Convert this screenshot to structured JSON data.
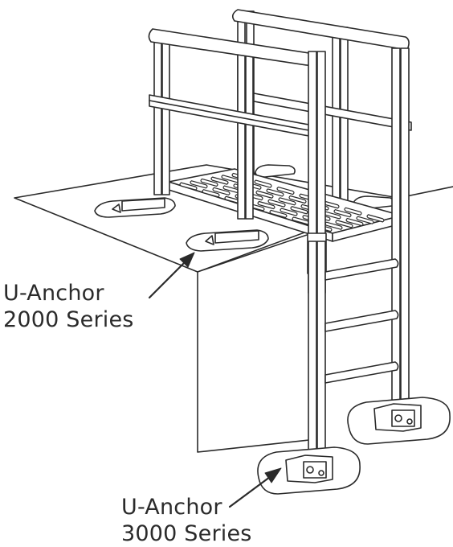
{
  "colors": {
    "line": "#2a2a2a",
    "fill": "#ffffff"
  },
  "callouts": [
    {
      "line1": "U-Anchor",
      "line2": "2000 Series"
    },
    {
      "line1": "U-Anchor",
      "line2": "3000 Series"
    }
  ]
}
